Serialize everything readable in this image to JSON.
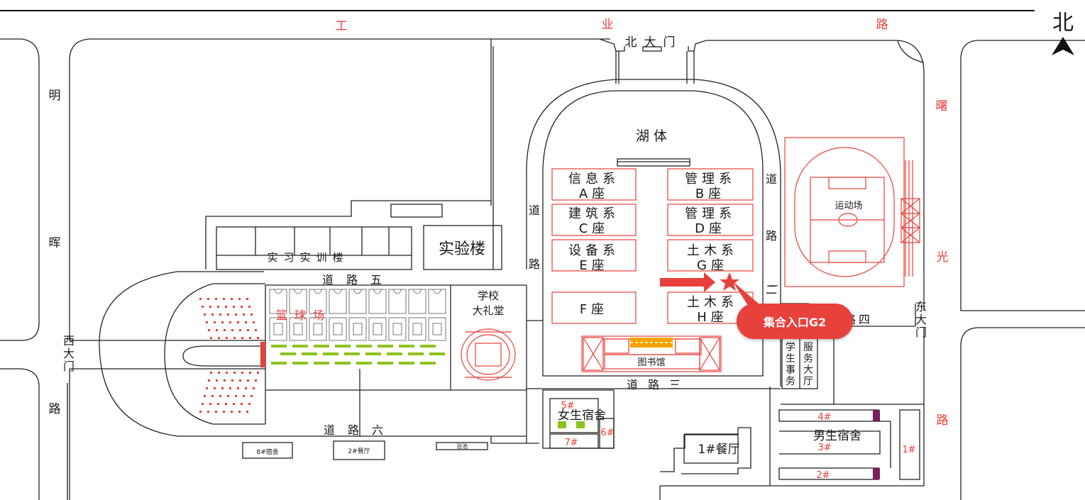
{
  "north_label": "北",
  "roads": {
    "top": [
      "工",
      "业",
      "路"
    ],
    "left": [
      "明",
      "晖",
      "路"
    ],
    "right": [
      "曙",
      "光",
      "路"
    ]
  },
  "gates": {
    "north": "北大门",
    "west": [
      "西",
      "大",
      "门"
    ],
    "east": [
      "东",
      "大",
      "门"
    ]
  },
  "inner_roads": {
    "r3": "道路三",
    "r4": "路四",
    "r5": "道路五",
    "r6": "道路六",
    "west_road": [
      "道",
      "路"
    ],
    "east_road": [
      "道",
      "路",
      "二"
    ]
  },
  "buildings": {
    "hu_ti": "湖体",
    "xinxi": [
      "信息系",
      "A座"
    ],
    "guanli_b": [
      "管理系",
      "B座"
    ],
    "jianzhu": [
      "建筑系",
      "C座"
    ],
    "guanli_d": [
      "管理系",
      "D座"
    ],
    "shebei": [
      "设备系",
      "E座"
    ],
    "tumu_g": [
      "土木系",
      "G座"
    ],
    "f_zuo": "F座",
    "tumu_h": [
      "土木系",
      "H座"
    ],
    "library": "图书馆",
    "lab": "实验楼",
    "training": "实习实训楼",
    "auditorium": [
      "学校",
      "大礼堂"
    ],
    "basketball": "篮球场",
    "stadium": "运动场",
    "student_affairs": [
      "学",
      "生",
      "事",
      "务"
    ],
    "service_hall": [
      "服",
      "务",
      "大",
      "厅"
    ],
    "canteen1": "1#餐厅",
    "girls_dorm": "女生宿舍",
    "boys_dorm": "男生宿舍",
    "dorm8": "8#宿舍",
    "canteen2": "2#餐厅",
    "bath": "浴池",
    "dorm_numbers": {
      "d5": "5#",
      "d6": "6#",
      "d7": "7#",
      "d4": "4#",
      "d3": "3#",
      "d2": "2#",
      "d1": "1#"
    }
  },
  "callout": "集合入口G2",
  "colors": {
    "accent": "#e8403a",
    "green": "#8dc21f",
    "orange": "#f5a300"
  }
}
